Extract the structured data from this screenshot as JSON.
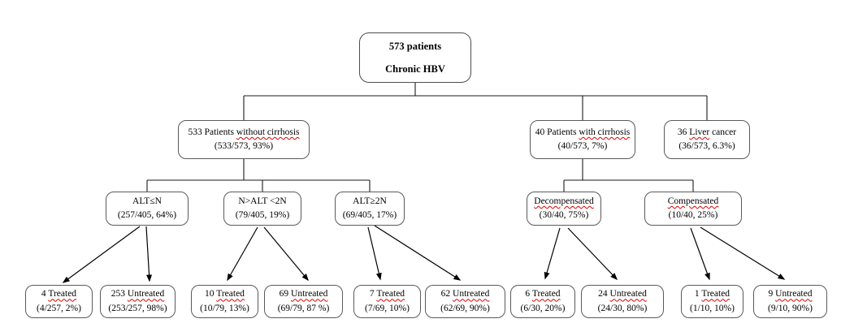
{
  "diagram": {
    "description": "Flow chart of 573 chronic HBV patients by cirrhosis status, ALT level and treatment",
    "colors": {
      "box_border": "#5a5a5a",
      "line": "#1a1a1a",
      "squiggle": "#e00000",
      "background": "#ffffff"
    },
    "root": {
      "line1": "573 patients",
      "line2": "Chronic HBV"
    },
    "nodes": {
      "no_cirrhosis": {
        "pre": "533 Patients ",
        "sq": "without cirrhosis",
        "post": "",
        "stat": "(533/573, 93%)"
      },
      "cirrhosis": {
        "pre": "40 Patients ",
        "sq": "with cirrhosis",
        "post": "",
        "stat": "(40/573, 7%)"
      },
      "liver_cancer": {
        "pre": "36 ",
        "sq": "Liver",
        "post": " cancer",
        "stat": "(36/573, 6.3%)"
      },
      "alt_le_n": {
        "pre": "ALT≤N",
        "sq": "",
        "post": "",
        "stat": "(257/405, 64%)"
      },
      "alt_between": {
        "pre": "N>ALT <2N",
        "sq": "",
        "post": "",
        "stat": "(79/405, 19%)"
      },
      "alt_ge_2n": {
        "pre": "ALT≥2N",
        "sq": "",
        "post": "",
        "stat": "(69/405, 17%)"
      },
      "decompensated": {
        "pre": "",
        "sq": "Decompensated",
        "post": "",
        "stat": "(30/40, 75%)"
      },
      "compensated": {
        "pre": "",
        "sq": "Compensated",
        "post": "",
        "stat": "(10/40, 25%)"
      },
      "t1": {
        "pre": "4 ",
        "sq": "Treated",
        "post": "",
        "stat": "(4/257, 2%)"
      },
      "u1": {
        "pre": "253 ",
        "sq": "Untreated",
        "post": "",
        "stat": "(253/257, 98%)"
      },
      "t2": {
        "pre": "10 ",
        "sq": "Treated",
        "post": "",
        "stat": "(10/79, 13%)"
      },
      "u2": {
        "pre": "69 ",
        "sq": "Untreated",
        "post": "",
        "stat": "(69/79, 87 %)"
      },
      "t3": {
        "pre": "7 ",
        "sq": "Treated",
        "post": "",
        "stat": "(7/69, 10%)"
      },
      "u3": {
        "pre": "62 ",
        "sq": "Untreated",
        "post": "",
        "stat": "(62/69, 90%)"
      },
      "t4": {
        "pre": "6 ",
        "sq": "Treated",
        "post": "",
        "stat": "(6/30, 20%)"
      },
      "u4": {
        "pre": "24 ",
        "sq": "Untreated",
        "post": "",
        "stat": "(24/30, 80%)"
      },
      "t5": {
        "pre": "1 ",
        "sq": "Treated",
        "post": "",
        "stat": "(1/10, 10%)"
      },
      "u5": {
        "pre": "9 ",
        "sq": "Untreated",
        "post": "",
        "stat": "(9/10, 90%)"
      }
    }
  }
}
